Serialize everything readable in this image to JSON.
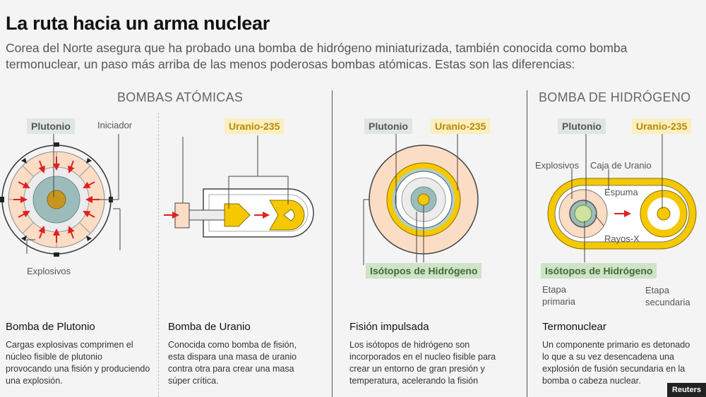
{
  "title": "La ruta hacia un arma nuclear",
  "subtitle": "Corea del Norte asegura que ha probado una bomba de hidrógeno miniaturizada, también conocida como bomba termonuclear, un paso más arriba de las menos poderosas bombas atómicas. Estas son las diferencias:",
  "sections": {
    "atomic": "BOMBAS ATÓMICAS",
    "hydrogen": "BOMBA DE HIDRÓGENO"
  },
  "labels": {
    "plutonio": "Plutonio",
    "uranio235": "Uranio-235",
    "iniciador": "Iniciador",
    "explosivos": "Explosivos",
    "caja_uranio": "Caja de Uranio",
    "espuma": "Espuma",
    "rayos_x": "Rayos-X",
    "isotopos": "Isótopos de Hidrógeno",
    "etapa_primaria": "Etapa\nprimaria",
    "etapa_secundaria": "Etapa\nsecundaria"
  },
  "panels": [
    {
      "heading": "Bomba de Plutonio",
      "text": "Cargas explosivas comprimen el núcleo fisible de plutonio provocando una fisión y produciendo una explosión."
    },
    {
      "heading": "Bomba de Uranio",
      "text": "Conocida como bomba de fisión, esta dispara una masa de uranio contra otra para crear una masa súper crítica."
    },
    {
      "heading": "Fisión impulsada",
      "text": "Los isótopos de hidrógeno son incorporados en el nucleo fisible para crear un entorno de gran presión y temperatura, acelerando la fisión"
    },
    {
      "heading": "Termonuclear",
      "text": "Un componente primario es detonado lo que a su vez desencadena una explosión de fusión secundaria en la bomba o cabeza nuclear."
    }
  ],
  "credit": "Reuters",
  "colors": {
    "peach": "#fbdcc4",
    "yellow": "#f5c800",
    "teal": "#9cbcbc",
    "core": "#c8961e",
    "arrow": "#e02020",
    "green_tag": "#cfe3c6"
  }
}
